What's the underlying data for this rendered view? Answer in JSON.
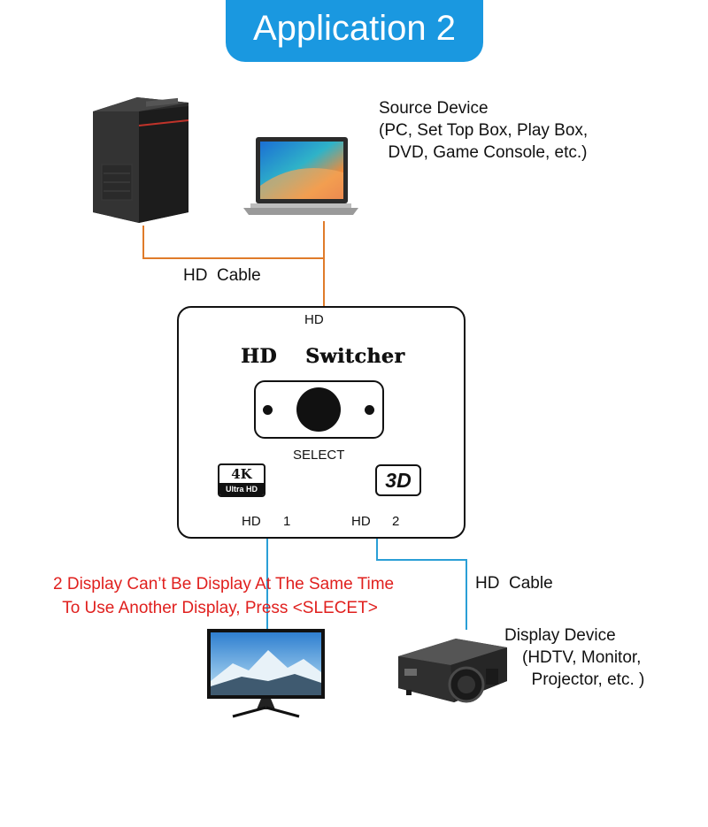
{
  "title": "Application 2",
  "source": {
    "label_lines": [
      "Source Device",
      "(PC, Set Top Box, Play Box,",
      "  DVD, Game Console, etc.)"
    ]
  },
  "cables": {
    "top": "HD  Cable",
    "bottom": "HD  Cable"
  },
  "switcher": {
    "top_port": "HD",
    "brand_left": "HD",
    "brand_right": "Switcher",
    "select_label": "SELECT",
    "badge_4k_top": "4K",
    "badge_4k_bottom": "Ultra HD",
    "badge_3d": "3D",
    "output1_port": "HD",
    "output1_num": "1",
    "output2_port": "HD",
    "output2_num": "2"
  },
  "note": {
    "line1": "2 Display Can’t Be Display At The Same Time",
    "line2": "  To Use Another Display, Press <SLECET>",
    "color": "#e0201e"
  },
  "display": {
    "label_lines": [
      "Display Device",
      "(HDTV, Monitor,",
      "  Projector, etc. )"
    ]
  },
  "colors": {
    "banner": "#1a98e0",
    "input_cable": "#e07b2a",
    "output_cable": "#2a9fd6"
  },
  "icons": [
    "pc-tower-icon",
    "laptop-icon",
    "monitor-icon",
    "projector-icon"
  ]
}
